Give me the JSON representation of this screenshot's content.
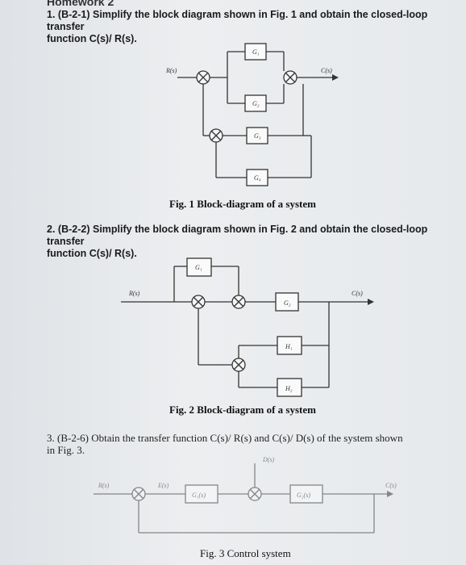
{
  "header": {
    "title": "Homework 2"
  },
  "problems": [
    {
      "number": "1.",
      "code": "(B-2-1)",
      "text_line1": "Simplify the block diagram shown in Fig. 1 and obtain the closed-loop transfer",
      "text_line2": "function C(s)/ R(s)."
    },
    {
      "number": "2.",
      "code": "(B-2-2)",
      "text_line1": "Simplify the block diagram shown in Fig. 2 and obtain the closed-loop transfer",
      "text_line2": "function C(s)/ R(s)."
    },
    {
      "number": "3.",
      "code": "(B-2-6)",
      "text_line1": "Obtain the transfer function C(s)/ R(s) and C(s)/ D(s) of the system shown",
      "text_line2": "in Fig. 3."
    }
  ],
  "fig1": {
    "caption": "Fig. 1 Block-diagram of a system",
    "input": "R(s)",
    "output": "C(s)",
    "blocks": [
      "G₁",
      "G₂",
      "G₃",
      "G₄"
    ]
  },
  "fig2": {
    "caption": "Fig. 2 Block-diagram of a system",
    "input": "R(s)",
    "output": "C(s)",
    "blocks": [
      "G₁",
      "G₂",
      "H₁",
      "H₂"
    ]
  },
  "fig3": {
    "caption": "Fig. 3 Control system",
    "input": "R(s)",
    "output": "C(s)",
    "disturbance": "D(s)",
    "mid_signal": "E(s)",
    "blocks": [
      "G₁(s)",
      "G₂(s)"
    ]
  }
}
